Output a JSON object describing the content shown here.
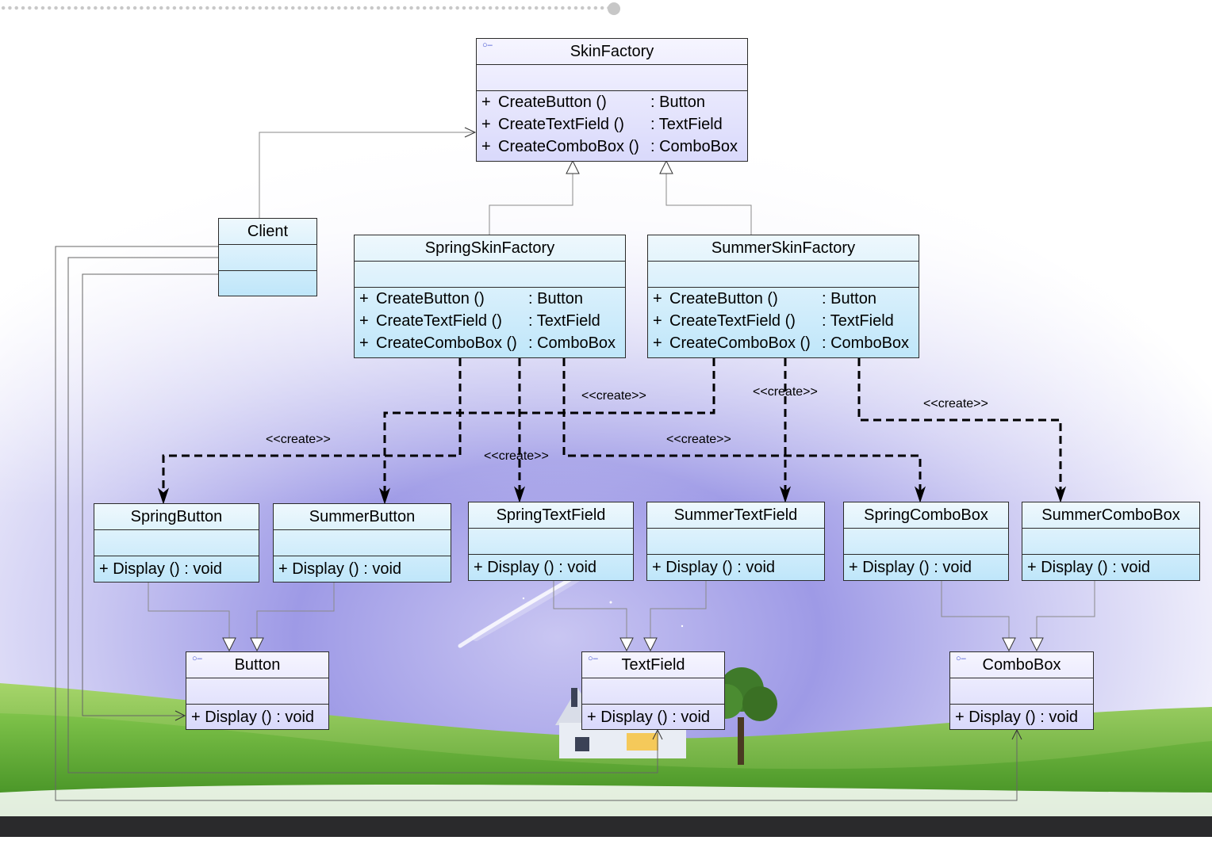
{
  "colors": {
    "class_fill_top": "#eef8fd",
    "class_fill_bottom": "#bfe6fa",
    "abstract_fill_top": "#f6f5ff",
    "abstract_fill_bottom": "#d9d9fb",
    "line": "#2b2b2b",
    "footer_bar": "#2a2a2c"
  },
  "classes": {
    "skin_factory": {
      "name": "SkinFactory",
      "icon": "interface-icon",
      "operations": [
        {
          "vis": "+",
          "name": "CreateButton ()",
          "ret": ": Button"
        },
        {
          "vis": "+",
          "name": "CreateTextField ()",
          "ret": ": TextField"
        },
        {
          "vis": "+",
          "name": "CreateComboBox ()",
          "ret": ": ComboBox"
        }
      ]
    },
    "client": {
      "name": "Client"
    },
    "spring_skin_factory": {
      "name": "SpringSkinFactory",
      "operations": [
        {
          "vis": "+",
          "name": "CreateButton ()",
          "ret": ": Button"
        },
        {
          "vis": "+",
          "name": "CreateTextField ()",
          "ret": ": TextField"
        },
        {
          "vis": "+",
          "name": "CreateComboBox ()",
          "ret": ": ComboBox"
        }
      ]
    },
    "summer_skin_factory": {
      "name": "SummerSkinFactory",
      "operations": [
        {
          "vis": "+",
          "name": "CreateButton ()",
          "ret": ": Button"
        },
        {
          "vis": "+",
          "name": "CreateTextField ()",
          "ret": ": TextField"
        },
        {
          "vis": "+",
          "name": "CreateComboBox ()",
          "ret": ": ComboBox"
        }
      ]
    },
    "spring_button": {
      "name": "SpringButton",
      "op": "+  Display () : void"
    },
    "summer_button": {
      "name": "SummerButton",
      "op": "+  Display () : void"
    },
    "spring_text_field": {
      "name": "SpringTextField",
      "op": "+  Display () : void"
    },
    "summer_text_field": {
      "name": "SummerTextField",
      "op": "+  Display () : void"
    },
    "spring_combo_box": {
      "name": "SpringComboBox",
      "op": "+  Display () : void"
    },
    "summer_combo_box": {
      "name": "SummerComboBox",
      "op": "+  Display () : void"
    },
    "button": {
      "name": "Button",
      "icon": "interface-icon",
      "op": "+  Display () : void"
    },
    "text_field": {
      "name": "TextField",
      "icon": "interface-icon",
      "op": "+  Display () : void"
    },
    "combo_box": {
      "name": "ComboBox",
      "icon": "interface-icon",
      "op": "+  Display () : void"
    }
  },
  "stereotypes": {
    "create_1": "<<create>>",
    "create_2": "<<create>>",
    "create_3": "<<create>>",
    "create_4": "<<create>>",
    "create_5": "<<create>>",
    "create_6": "<<create>>"
  }
}
